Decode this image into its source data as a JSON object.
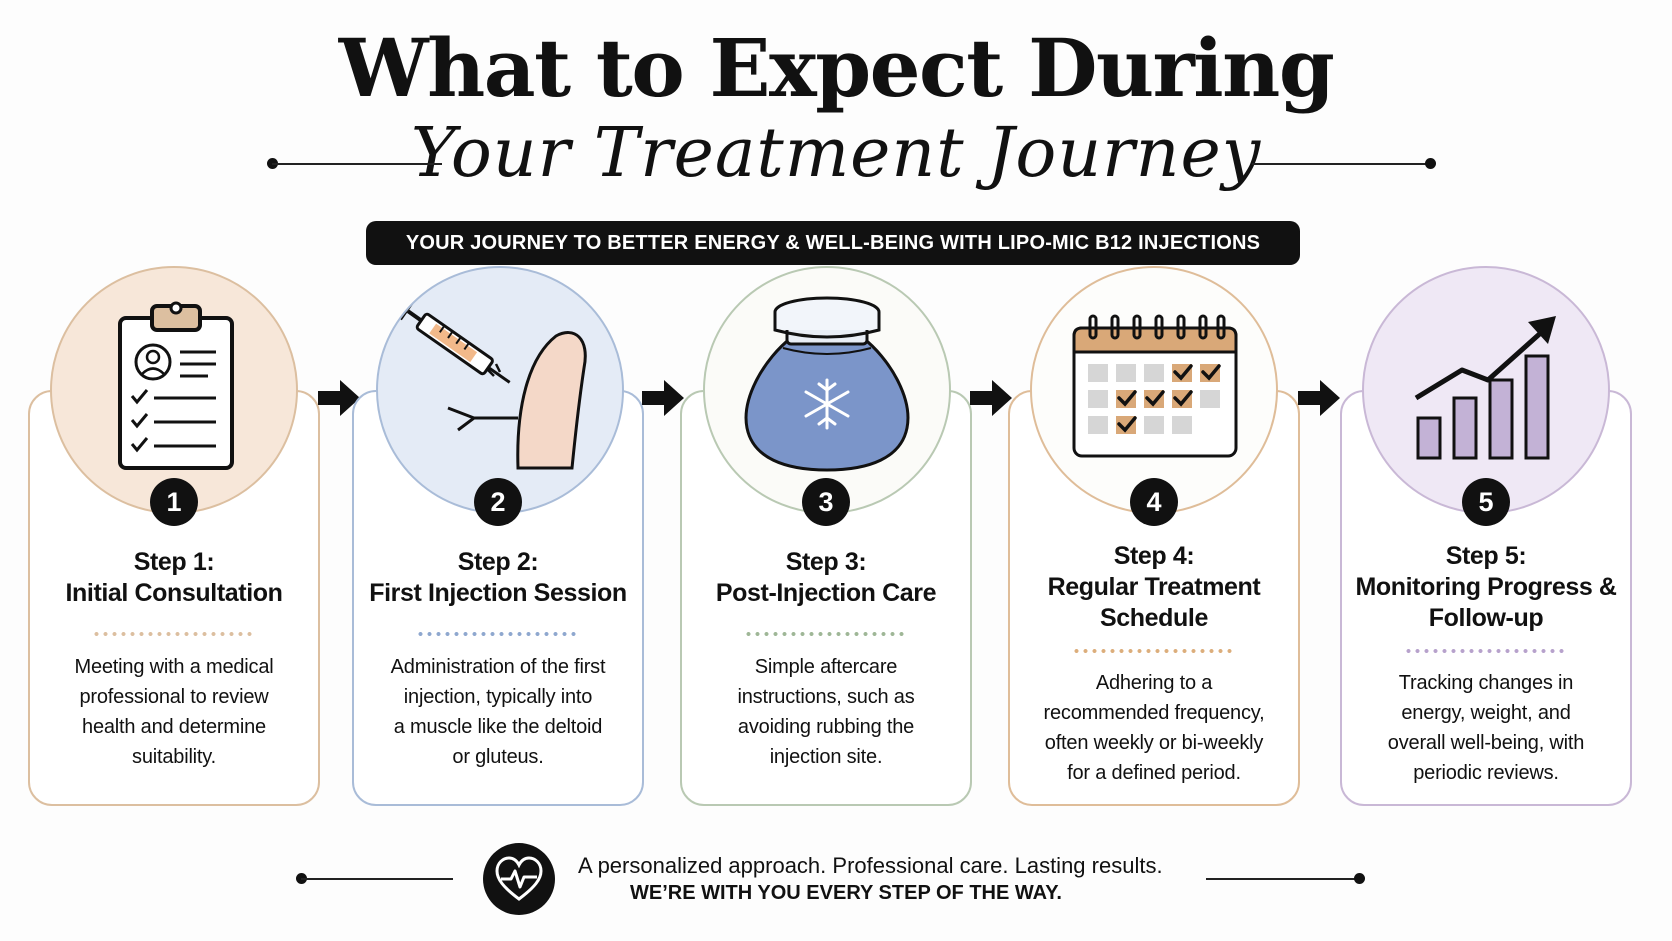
{
  "header": {
    "title": "What to Expect During",
    "subtitle": "Your Treatment Journey",
    "banner": "YOUR JOURNEY TO BETTER ENERGY & WELL-BEING WITH LIPO-MIC B12 INJECTIONS"
  },
  "colors": {
    "step1": "#dcbfa0",
    "step2": "#a9bcd8",
    "step3": "#b9c9b3",
    "step4": "#dfbd99",
    "step5": "#c9b8d6",
    "dark": "#111111"
  },
  "steps": [
    {
      "number": "1",
      "title_line1": "Step 1:",
      "title_line2": "Initial Consultation",
      "title_line3": "",
      "desc": [
        "Meeting with a medical",
        "professional to review",
        "health and determine",
        "suitability."
      ],
      "icon": "clipboard-icon"
    },
    {
      "number": "2",
      "title_line1": "Step 2:",
      "title_line2": "First Injection Session",
      "title_line3": "",
      "desc": [
        "Administration of the first",
        "injection, typically into",
        "a muscle like the deltoid",
        "or gluteus."
      ],
      "icon": "syringe-icon"
    },
    {
      "number": "3",
      "title_line1": "Step 3:",
      "title_line2": "Post-Injection Care",
      "title_line3": "",
      "desc": [
        "Simple aftercare",
        "instructions, such as",
        "avoiding rubbing the",
        "injection site."
      ],
      "icon": "ice-pack-icon"
    },
    {
      "number": "4",
      "title_line1": "Step 4:",
      "title_line2": "Regular Treatment",
      "title_line3": "Schedule",
      "desc": [
        "Adhering to a",
        "recommended frequency,",
        "often weekly or bi-weekly",
        "for a defined period."
      ],
      "icon": "calendar-icon"
    },
    {
      "number": "5",
      "title_line1": "Step 5:",
      "title_line2": "Monitoring Progress &",
      "title_line3": "Follow-up",
      "desc": [
        "Tracking changes in",
        "energy, weight, and",
        "overall well-being, with",
        "periodic reviews."
      ],
      "icon": "chart-growth-icon"
    }
  ],
  "footer": {
    "line1": "A personalized approach. Professional care. Lasting results.",
    "line2": "WE’RE WITH YOU EVERY STEP OF THE WAY.",
    "icon": "heart-pulse-icon"
  }
}
